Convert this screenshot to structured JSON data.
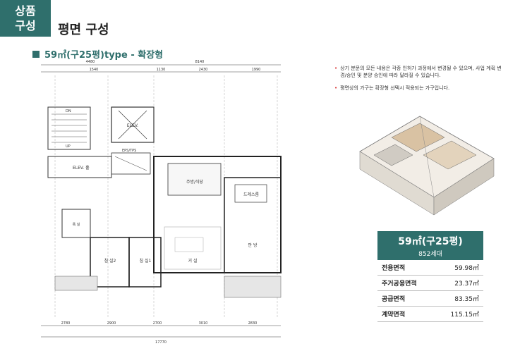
{
  "header": {
    "tag_line1": "상품",
    "tag_line2": "구성",
    "title": "평면 구성"
  },
  "section": {
    "title": "59㎡(구25평)type - 확장형"
  },
  "notes": [
    "상기 분문의 모든 내용은 각종 인허가 과정에서 변경될 수 있으며, 사업 계획 변경/승인 및 분양 승인에 따라 달라질 수 있습니다.",
    "평면상의 가구는 확장형 선택시 적용되는 가구입니다."
  ],
  "plan": {
    "rooms": {
      "elev": "ELEV.",
      "elev_hall": "ELEV. 홀",
      "eps": "EPS/TPS",
      "kitchen": "주방/식당",
      "dress": "드레스룸",
      "master": "안 방",
      "living": "거 실",
      "bed1": "침 실1",
      "bed2": "침 실2",
      "bath": "욕 실",
      "up": "UP",
      "dn": "DN"
    },
    "dims_top": [
      "4480",
      "1540",
      "1130",
      "2430",
      "1990",
      "8140"
    ],
    "dims_bottom": [
      "2780",
      "2900",
      "2700",
      "3010",
      "2830",
      "17770"
    ]
  },
  "info": {
    "type": "59㎡(구25평)",
    "units": "852세대",
    "rows": [
      {
        "label": "전용면적",
        "value": "59.98㎡"
      },
      {
        "label": "주거공용면적",
        "value": "23.37㎡"
      },
      {
        "label": "공급면적",
        "value": "83.35㎡"
      },
      {
        "label": "계약면적",
        "value": "115.15㎡"
      }
    ]
  }
}
